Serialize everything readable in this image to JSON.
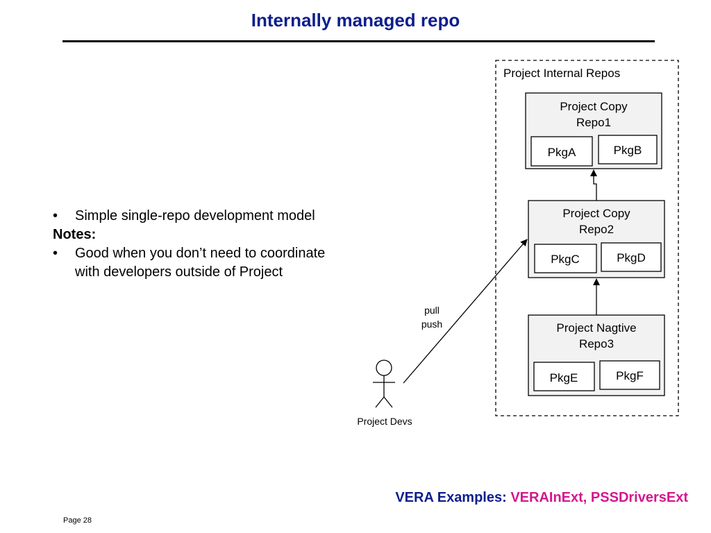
{
  "title": "Internally managed repo",
  "bullets": {
    "item1": "Simple single-repo development model",
    "notes_heading": "Notes:",
    "item2": "Good when you don’t need to coordinate with developers outside of Project"
  },
  "diagram": {
    "container_label": "Project Internal Repos",
    "repos": [
      {
        "name_line1": "Project Copy",
        "name_line2": "Repo1",
        "packages": [
          "PkgA",
          "PkgB"
        ]
      },
      {
        "name_line1": "Project Copy",
        "name_line2": "Repo2",
        "packages": [
          "PkgC",
          "PkgD"
        ]
      },
      {
        "name_line1": "Project Nagtive",
        "name_line2": "Repo3",
        "packages": [
          "PkgE",
          "PkgF"
        ]
      }
    ],
    "actor_label": "Project Devs",
    "edge_label_line1": "pull",
    "edge_label_line2": "push"
  },
  "footer": {
    "examples_label": "VERA Examples:",
    "examples_value": "VERAInExt, PSSDriversExt",
    "page": "Page 28"
  },
  "colors": {
    "title": "#0d1e8c",
    "examples_label": "#0d1e8c",
    "examples_value": "#d4168f",
    "repo_fill": "#f2f2f2"
  }
}
